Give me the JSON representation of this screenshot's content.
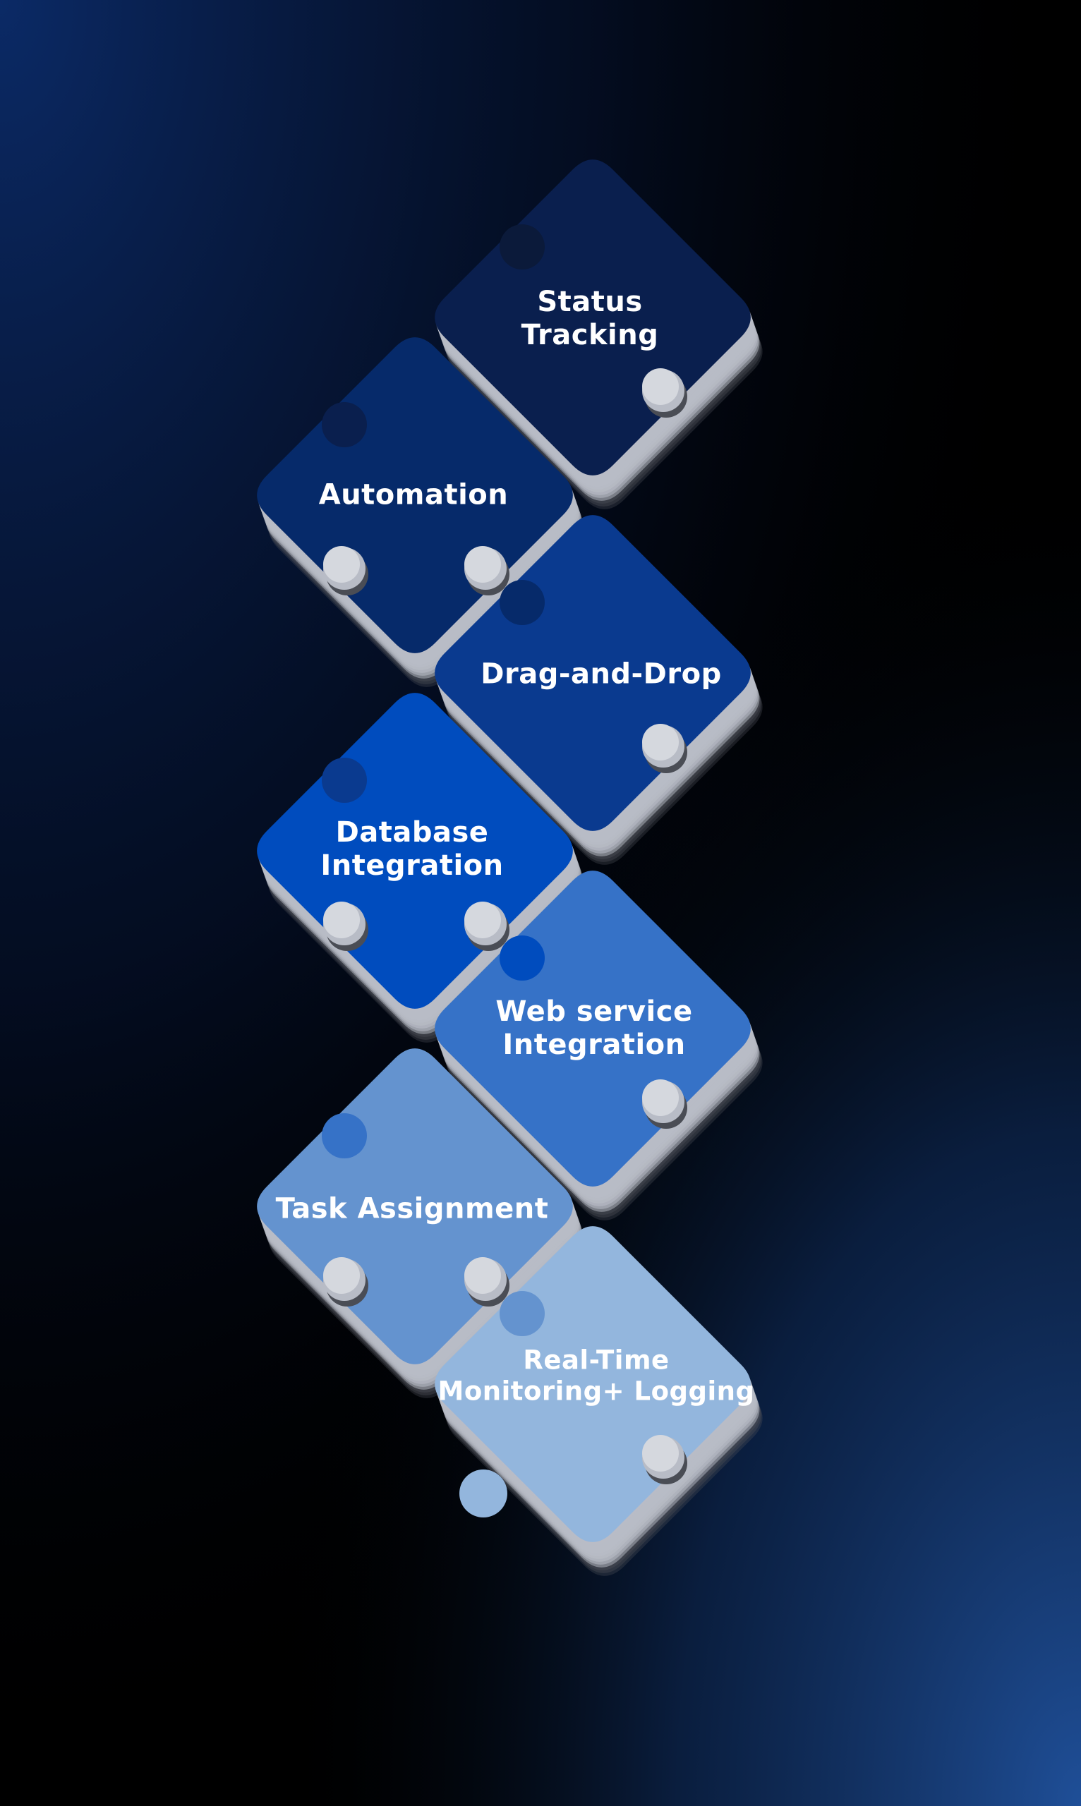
{
  "pieces": [
    {
      "id": "status-tracking",
      "lines": [
        "Status",
        "Tracking"
      ],
      "color": "#0a1f4e"
    },
    {
      "id": "automation",
      "lines": [
        "Automation"
      ],
      "color": "#062a6a"
    },
    {
      "id": "drag-and-drop",
      "lines": [
        "Drag-and-Drop"
      ],
      "color": "#0a3a8f"
    },
    {
      "id": "database-integration",
      "lines": [
        "Database",
        "Integration"
      ],
      "color": "#004cbe"
    },
    {
      "id": "web-service-integration",
      "lines": [
        "Web service",
        "Integration"
      ],
      "color": "#3672c7"
    },
    {
      "id": "task-assignment",
      "lines": [
        "Task Assignment"
      ],
      "color": "#6493cf"
    },
    {
      "id": "real-time-monitoring-logging",
      "lines": [
        "Real-Time",
        "Monitoring+ Logging"
      ],
      "color": "#93b6dd"
    }
  ],
  "colors": {
    "background_dark": "#000000",
    "background_top_left": "#0b2a66",
    "background_bottom_right": "#1f4f98",
    "piece_side": "#b8bcc6",
    "piece_side_shadow": "#4a4d55"
  }
}
